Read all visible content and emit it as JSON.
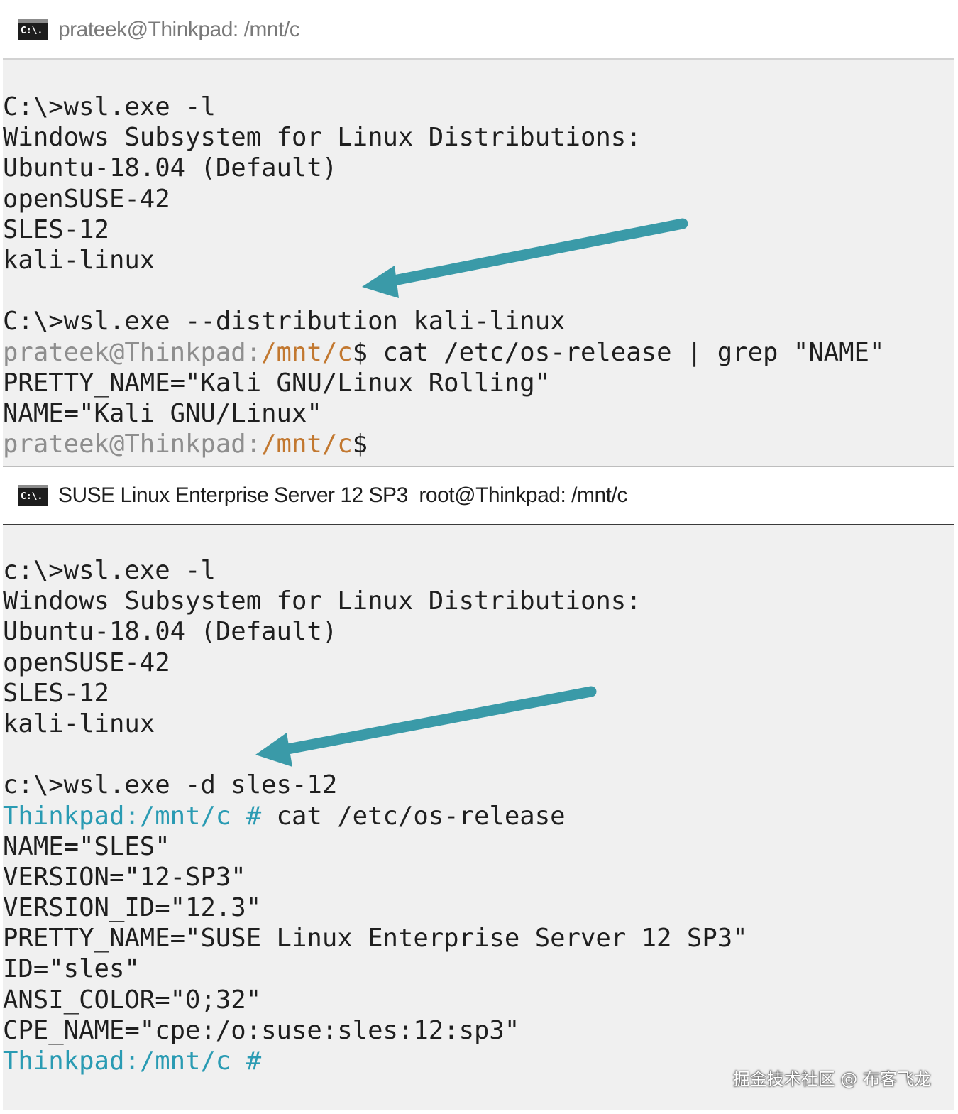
{
  "windows": [
    {
      "title": "prateek@Thinkpad: /mnt/c",
      "icon": "console-icon",
      "lines": [
        [
          {
            "text": "C:\\>wsl.exe -l"
          }
        ],
        [
          {
            "text": "Windows Subsystem for Linux Distributions:"
          }
        ],
        [
          {
            "text": "Ubuntu-18.04 (Default)"
          }
        ],
        [
          {
            "text": "openSUSE-42"
          }
        ],
        [
          {
            "text": "SLES-12"
          }
        ],
        [
          {
            "text": "kali-linux"
          }
        ],
        [
          {
            "text": ""
          }
        ],
        [
          {
            "text": "C:\\>wsl.exe --distribution kali-linux"
          }
        ],
        [
          {
            "text": "prateek@Thinkpad:",
            "color": "gray"
          },
          {
            "text": "/mnt/c",
            "color": "orange"
          },
          {
            "text": "$ cat /etc/os-release | grep \"NAME\""
          }
        ],
        [
          {
            "text": "PRETTY_NAME=\"Kali GNU/Linux Rolling\""
          }
        ],
        [
          {
            "text": "NAME=\"Kali GNU/Linux\""
          }
        ],
        [
          {
            "text": "prateek@Thinkpad:",
            "color": "gray"
          },
          {
            "text": "/mnt/c",
            "color": "orange"
          },
          {
            "text": "$"
          }
        ]
      ]
    },
    {
      "title": "SUSE Linux Enterprise Server 12 SP3  root@Thinkpad: /mnt/c",
      "icon": "console-icon",
      "lines": [
        [
          {
            "text": "c:\\>wsl.exe -l"
          }
        ],
        [
          {
            "text": "Windows Subsystem for Linux Distributions:"
          }
        ],
        [
          {
            "text": "Ubuntu-18.04 (Default)"
          }
        ],
        [
          {
            "text": "openSUSE-42"
          }
        ],
        [
          {
            "text": "SLES-12"
          }
        ],
        [
          {
            "text": "kali-linux"
          }
        ],
        [
          {
            "text": ""
          }
        ],
        [
          {
            "text": "c:\\>wsl.exe -d sles-12"
          }
        ],
        [
          {
            "text": "Thinkpad:/mnt/c #",
            "color": "teal"
          },
          {
            "text": " cat /etc/os-release"
          }
        ],
        [
          {
            "text": "NAME=\"SLES\""
          }
        ],
        [
          {
            "text": "VERSION=\"12-SP3\""
          }
        ],
        [
          {
            "text": "VERSION_ID=\"12.3\""
          }
        ],
        [
          {
            "text": "PRETTY_NAME=\"SUSE Linux Enterprise Server 12 SP3\""
          }
        ],
        [
          {
            "text": "ID=\"sles\""
          }
        ],
        [
          {
            "text": "ANSI_COLOR=\"0;32\""
          }
        ],
        [
          {
            "text": "CPE_NAME=\"cpe:/o:suse:sles:12:sp3\""
          }
        ],
        [
          {
            "text": "Thinkpad:/mnt/c #",
            "color": "teal"
          }
        ]
      ]
    }
  ],
  "annotations": {
    "arrow_color": "#3a9aa8",
    "arrow_icon": "arrow-left-icon"
  },
  "watermark": "掘金技术社区 @ 布客飞龙",
  "colors": {
    "gray": "#8e8e8e",
    "orange": "#c27830",
    "teal": "#2a9bb3",
    "default": "#1f1f1f",
    "console_bg": "#f0f0f0"
  }
}
